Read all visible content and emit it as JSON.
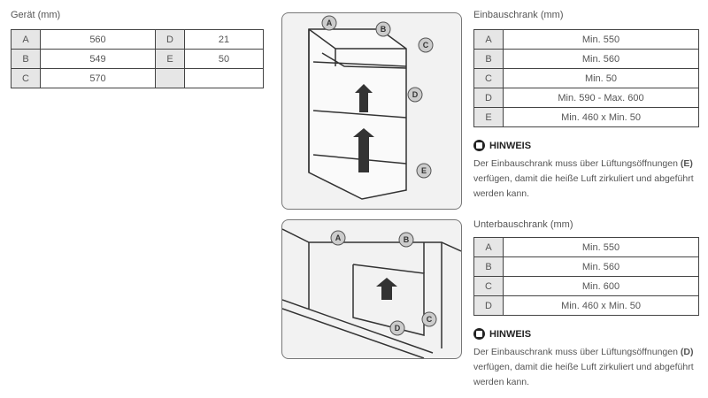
{
  "geraet": {
    "title": "Gerät (mm)",
    "rows": [
      [
        "A",
        "560",
        "D",
        "21"
      ],
      [
        "B",
        "549",
        "E",
        "50"
      ],
      [
        "C",
        "570",
        "",
        ""
      ]
    ]
  },
  "einbau": {
    "title": "Einbauschrank (mm)",
    "rows": [
      [
        "A",
        "Min. 550"
      ],
      [
        "B",
        "Min. 560"
      ],
      [
        "C",
        "Min. 50"
      ],
      [
        "D",
        "Min. 590 - Max. 600"
      ],
      [
        "E",
        "Min. 460 x Min. 50"
      ]
    ],
    "note_title": "HINWEIS",
    "note_pre": "Der Einbauschrank muss über Lüftungsöffnungen ",
    "note_key": "(E)",
    "note_post": " verfügen, damit die heiße Luft zirkuliert und abgeführt werden kann."
  },
  "unterbau": {
    "title": "Unterbauschrank (mm)",
    "rows": [
      [
        "A",
        "Min. 550"
      ],
      [
        "B",
        "Min. 560"
      ],
      [
        "C",
        "Min. 600"
      ],
      [
        "D",
        "Min. 460 x Min. 50"
      ]
    ],
    "note_title": "HINWEIS",
    "note_pre": "Der Einbauschrank muss über Lüftungsöffnungen ",
    "note_key": "(D)",
    "note_post": " verfügen, damit die heiße Luft zirkuliert und abgeführt werden kann."
  },
  "diagram1": {
    "labels": [
      "A",
      "B",
      "C",
      "D",
      "E"
    ]
  },
  "diagram2": {
    "labels": [
      "A",
      "B",
      "C",
      "D"
    ]
  }
}
